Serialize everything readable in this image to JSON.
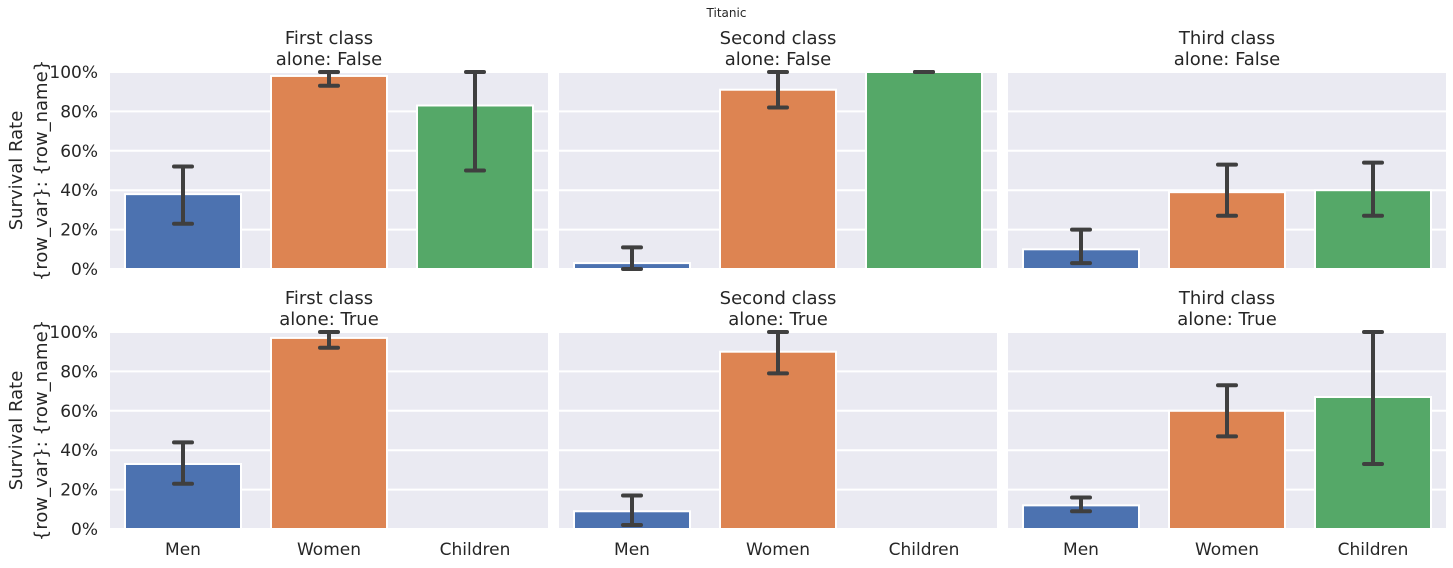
{
  "title": "Titanic",
  "chart_data": {
    "type": "bar",
    "title": "Titanic",
    "ylabel_lines": [
      "Survival Rate",
      "{row_var}: {row_name}"
    ],
    "ylim": [
      0,
      1
    ],
    "yticks": [
      {
        "value": 0,
        "label": "0%"
      },
      {
        "value": 0.2,
        "label": "20%"
      },
      {
        "value": 0.4,
        "label": "40%"
      },
      {
        "value": 0.6,
        "label": "60%"
      },
      {
        "value": 0.8,
        "label": "80%"
      },
      {
        "value": 1.0,
        "label": "100%"
      }
    ],
    "categories": [
      "Men",
      "Women",
      "Children"
    ],
    "colors": [
      "#4c72b0",
      "#dd8452",
      "#55a868"
    ],
    "error_color": "#3f3f3f",
    "background": "#eaeaf2",
    "grid": true,
    "panels": [
      {
        "row": 0,
        "col": 0,
        "title": [
          "First class",
          "alone: False"
        ],
        "values": [
          0.38,
          0.98,
          0.83
        ],
        "errors": [
          [
            0.23,
            0.52
          ],
          [
            0.93,
            1.0
          ],
          [
            0.5,
            1.0
          ]
        ]
      },
      {
        "row": 0,
        "col": 1,
        "title": [
          "Second class",
          "alone: False"
        ],
        "values": [
          0.03,
          0.91,
          1.0
        ],
        "errors": [
          [
            0.0,
            0.11
          ],
          [
            0.82,
            1.0
          ],
          [
            1.0,
            1.0
          ]
        ]
      },
      {
        "row": 0,
        "col": 2,
        "title": [
          "Third class",
          "alone: False"
        ],
        "values": [
          0.1,
          0.39,
          0.4
        ],
        "errors": [
          [
            0.03,
            0.2
          ],
          [
            0.27,
            0.53
          ],
          [
            0.27,
            0.54
          ]
        ]
      },
      {
        "row": 1,
        "col": 0,
        "title": [
          "First class",
          "alone: True"
        ],
        "values": [
          0.33,
          0.97,
          null
        ],
        "errors": [
          [
            0.23,
            0.44
          ],
          [
            0.92,
            1.0
          ],
          null
        ]
      },
      {
        "row": 1,
        "col": 1,
        "title": [
          "Second class",
          "alone: True"
        ],
        "values": [
          0.09,
          0.9,
          null
        ],
        "errors": [
          [
            0.02,
            0.17
          ],
          [
            0.79,
            1.0
          ],
          null
        ]
      },
      {
        "row": 1,
        "col": 2,
        "title": [
          "Third class",
          "alone: True"
        ],
        "values": [
          0.12,
          0.6,
          0.67
        ],
        "errors": [
          [
            0.09,
            0.16
          ],
          [
            0.47,
            0.73
          ],
          [
            0.33,
            1.0
          ]
        ]
      }
    ]
  }
}
